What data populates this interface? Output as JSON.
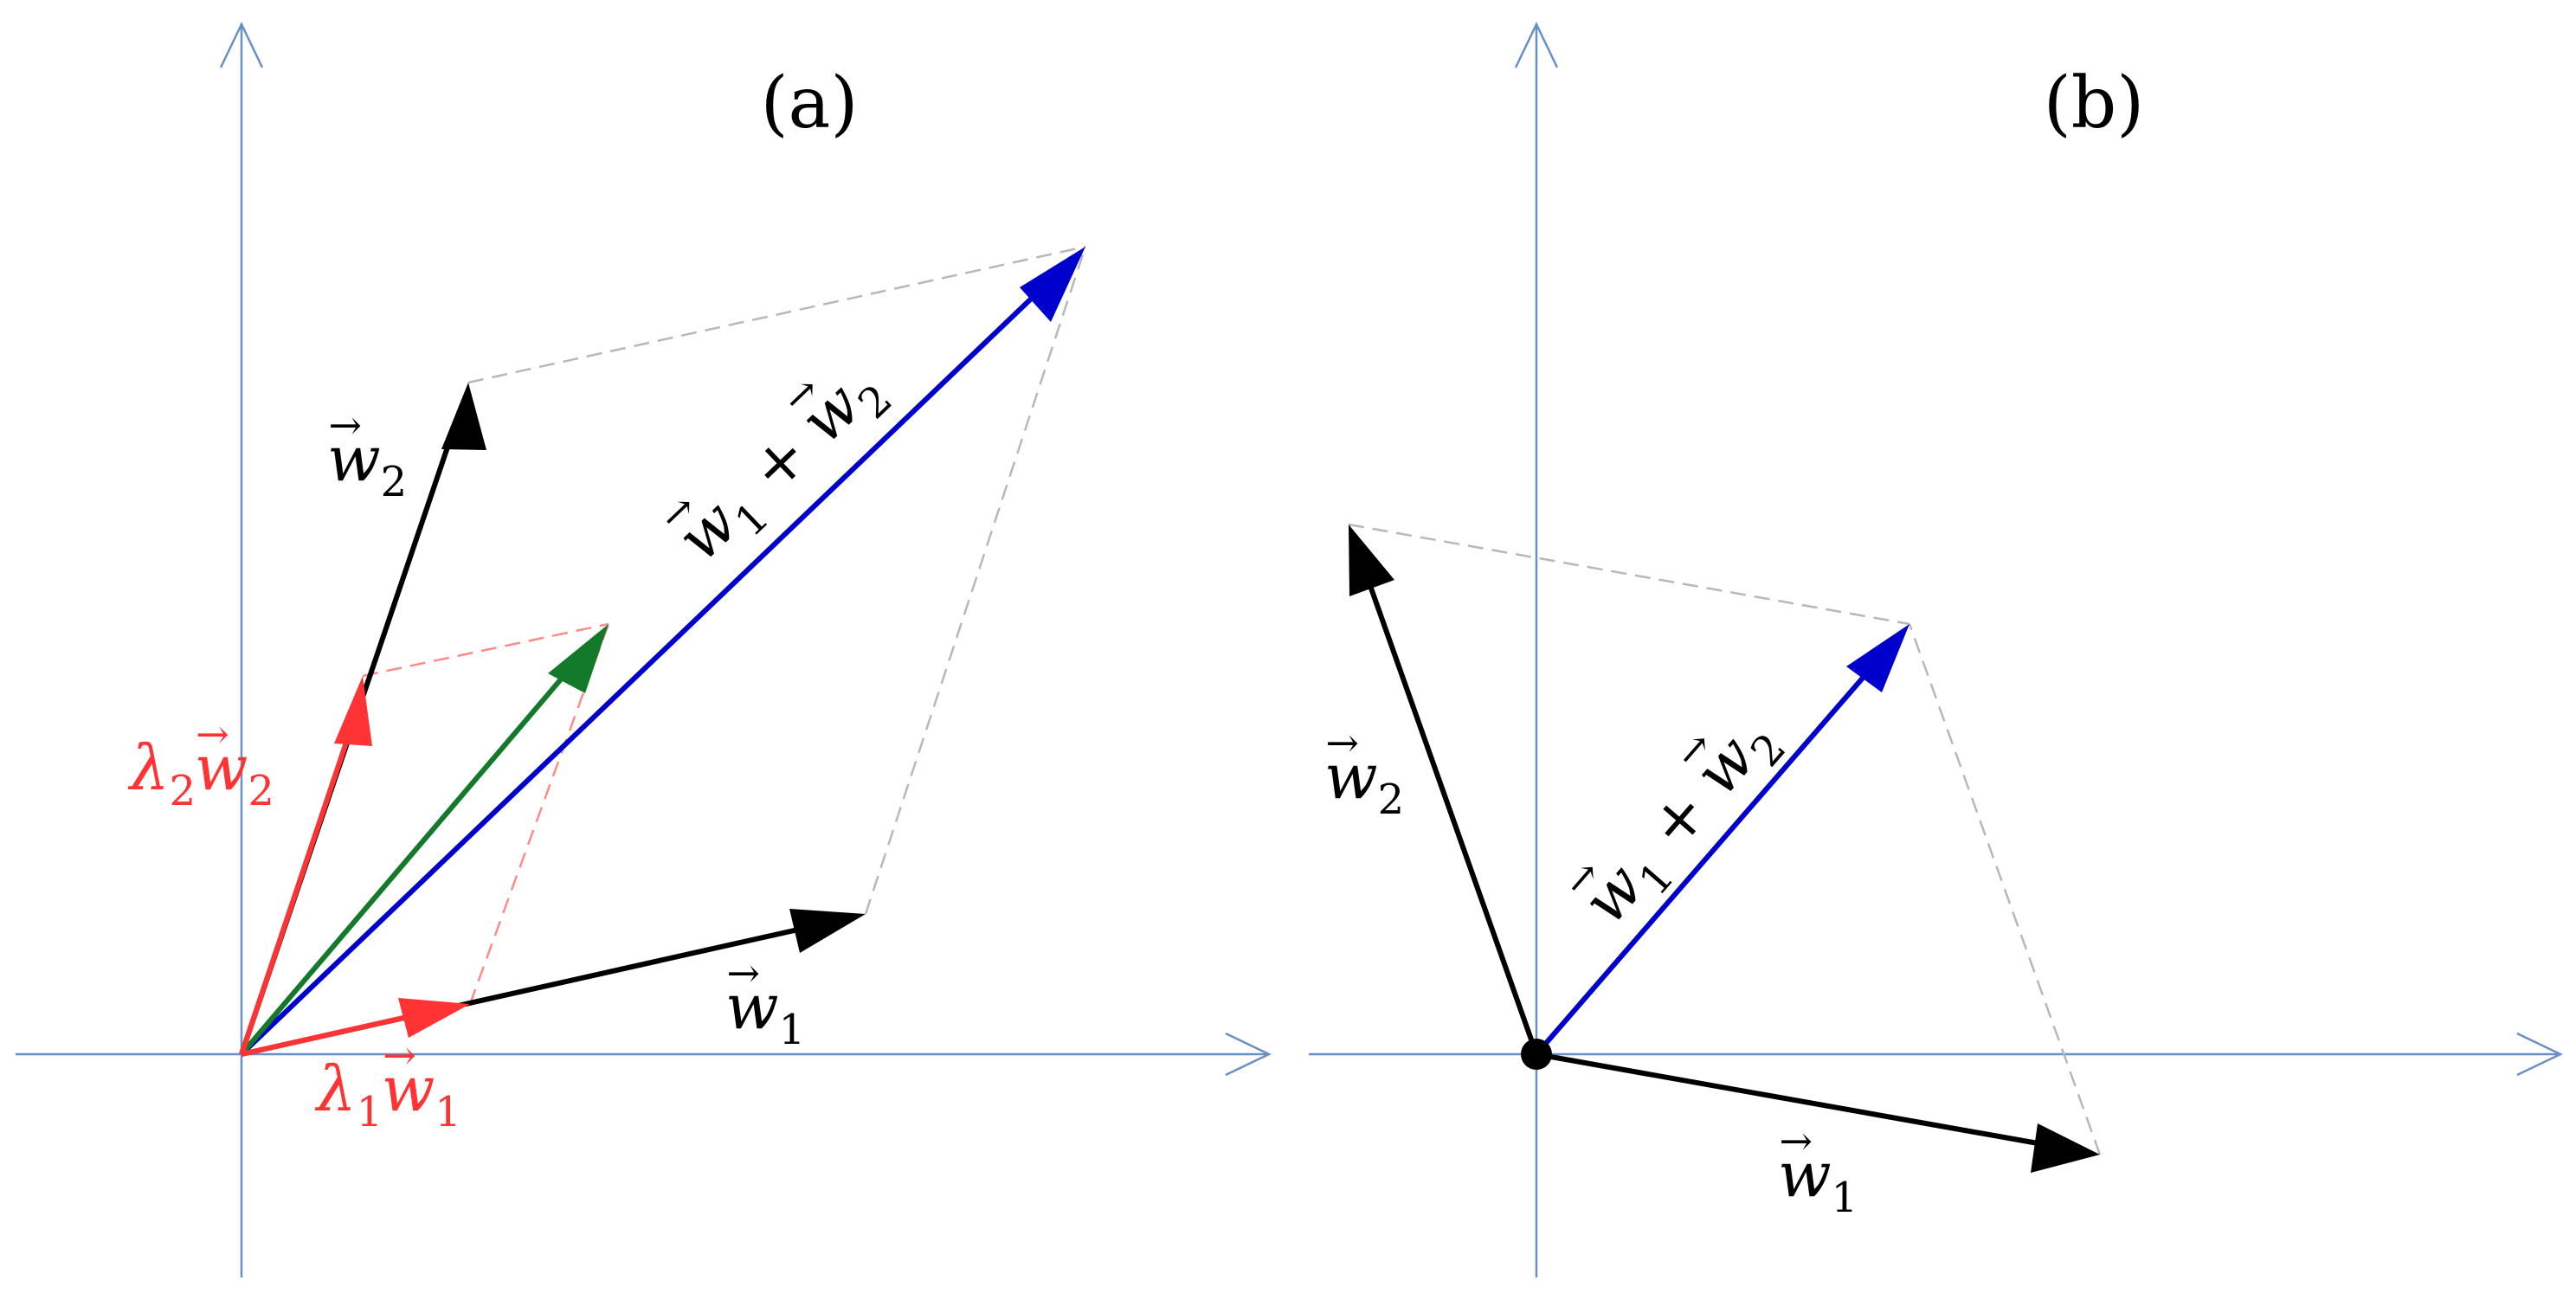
{
  "colors": {
    "axis": "#6a8fc4",
    "black_vector": "#000000",
    "blue_vector": "#0000cc",
    "red_vector": "#ff3333",
    "green_vector": "#127a2a",
    "guide_gray": "#b8b8b8",
    "guide_red": "#ff8a8a"
  },
  "panel_a": {
    "label": "(a)",
    "w1_label": {
      "lambda": "",
      "arrow": "→",
      "base": "w",
      "sub": "1"
    },
    "w2_label": {
      "lambda": "",
      "arrow": "→",
      "base": "w",
      "sub": "2"
    },
    "sum_label": {
      "arrow1": "→",
      "base1": "w",
      "sub1": "1",
      "plus": " + ",
      "arrow2": "→",
      "base2": "w",
      "sub2": "2"
    },
    "l1w1_label": {
      "lambda": "λ",
      "lsub": "1",
      "arrow": "→",
      "base": "w",
      "sub": "1"
    },
    "l2w2_label": {
      "lambda": "λ",
      "lsub": "2",
      "arrow": "→",
      "base": "w",
      "sub": "2"
    }
  },
  "panel_b": {
    "label": "(b)",
    "w1_label": {
      "arrow": "→",
      "base": "w",
      "sub": "1"
    },
    "w2_label": {
      "arrow": "→",
      "base": "w",
      "sub": "2"
    },
    "sum_label": {
      "arrow1": "→",
      "base1": "w",
      "sub1": "1",
      "plus": " + ",
      "arrow2": "→",
      "base2": "w",
      "sub2": "2"
    }
  }
}
